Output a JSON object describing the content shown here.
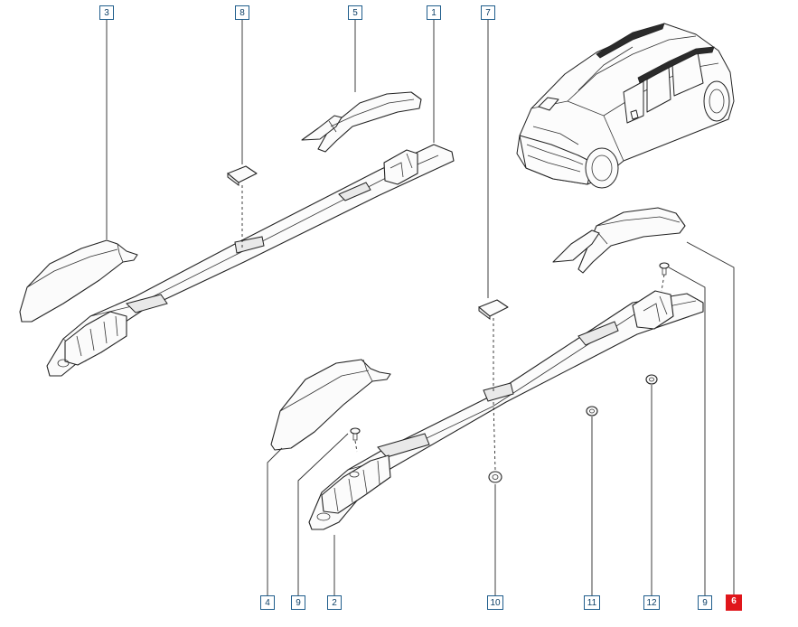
{
  "callouts": [
    {
      "label": "3",
      "active": false
    },
    {
      "label": "8",
      "active": false
    },
    {
      "label": "5",
      "active": false
    },
    {
      "label": "1",
      "active": false
    },
    {
      "label": "7",
      "active": false
    },
    {
      "label": "4",
      "active": false
    },
    {
      "label": "9",
      "active": false
    },
    {
      "label": "2",
      "active": false
    },
    {
      "label": "10",
      "active": false
    },
    {
      "label": "11",
      "active": false
    },
    {
      "label": "12",
      "active": false
    },
    {
      "label": "9",
      "active": false
    },
    {
      "label": "6",
      "active": true
    }
  ],
  "colors": {
    "callout_border": "#1f5d8c",
    "callout_text": "#0d3f66",
    "highlight": "#e0161b",
    "line": "#222222"
  }
}
